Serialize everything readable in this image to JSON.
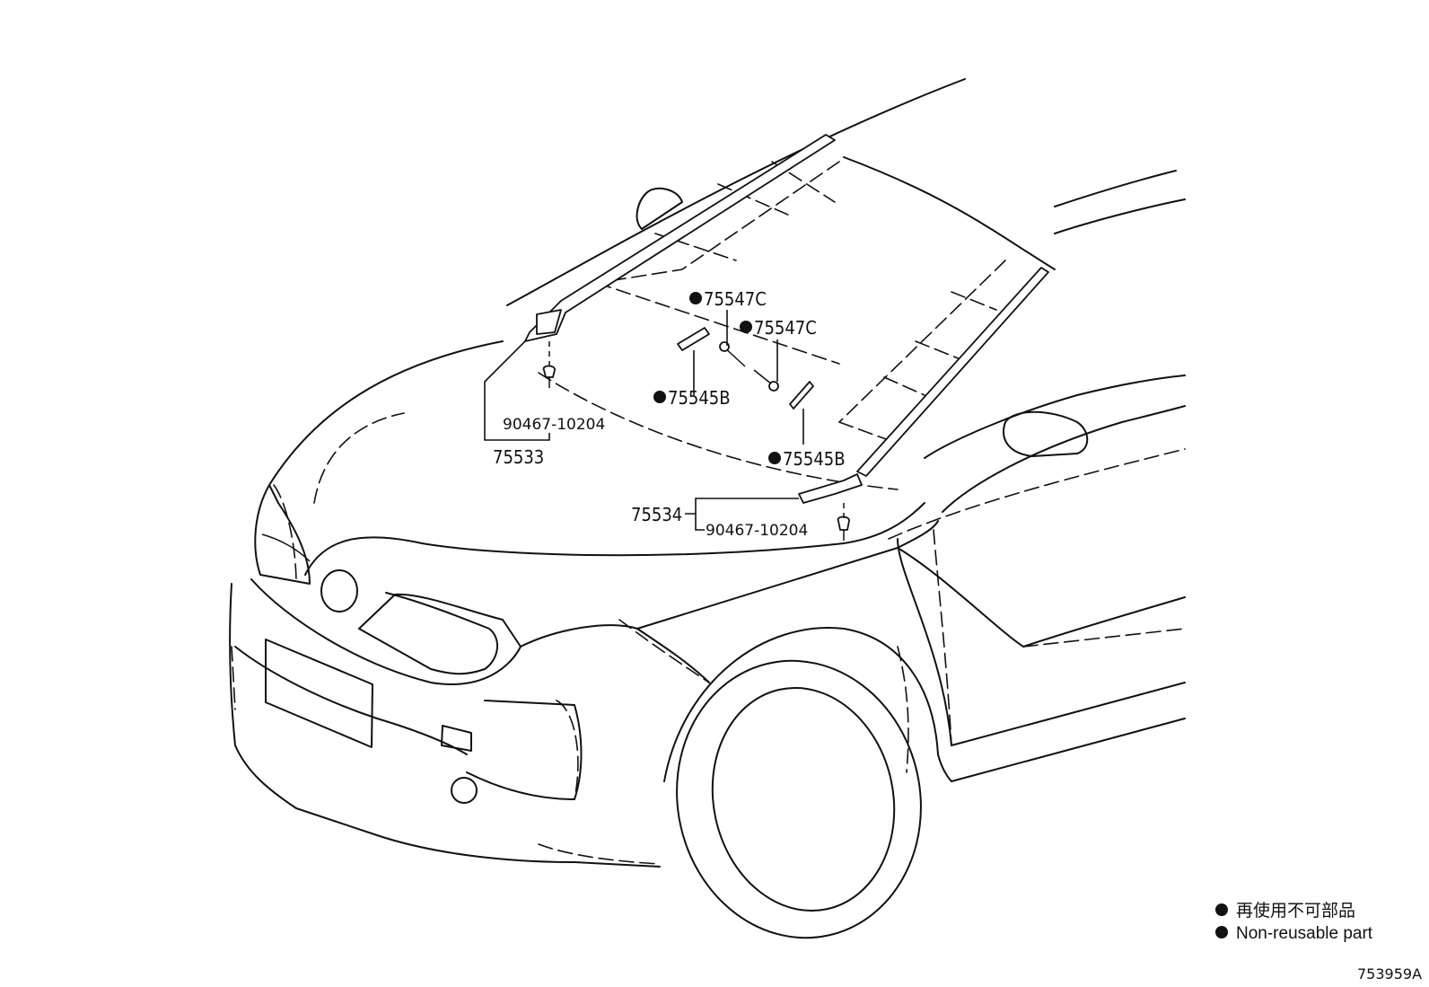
{
  "diagram": {
    "callouts": {
      "top_clip_upper": "75547C",
      "top_clip_lower": "75547C",
      "retainer_left": "75545B",
      "retainer_right": "75545B",
      "left_molding": "75533",
      "left_clip": "90467-10204",
      "right_molding": "75534",
      "right_clip": "90467-10204"
    },
    "legend": {
      "jp_text": "再使用不可部品",
      "en_text": "Non-reusable part"
    },
    "figure_code": "753959A"
  }
}
